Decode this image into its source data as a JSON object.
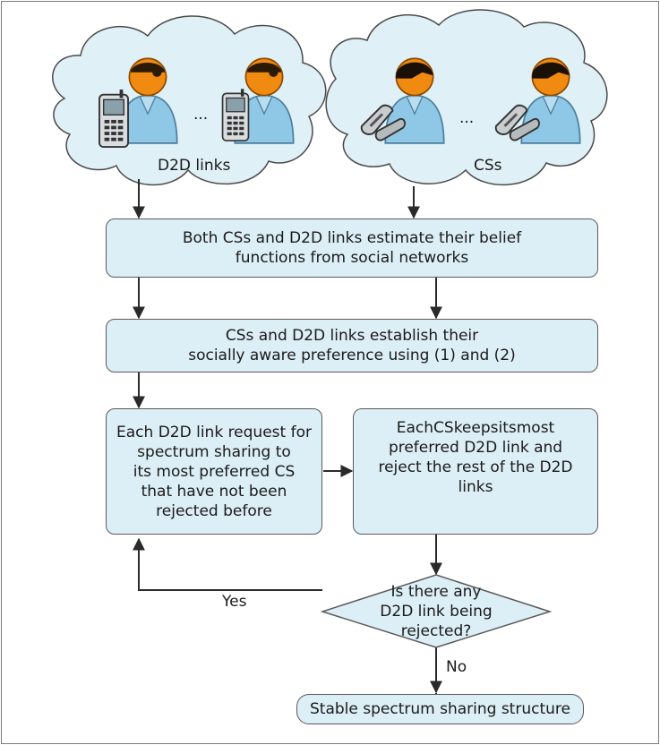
{
  "groups": {
    "d2d": {
      "label": "D2D links",
      "ellipsis": "..."
    },
    "cs": {
      "label": "CSs",
      "ellipsis": "..."
    }
  },
  "steps": {
    "belief": "Both CSs and D2D links estimate their belief\nfunctions from social networks",
    "preference": "CSs and D2D links establish their\nsocially aware preference using (1) and (2)",
    "request": "Each D2D link request for\nspectrum sharing to\nits most preferred CS\nthat have not been\nrejected before",
    "keep": "EachCSkeepsitsmost\npreferred D2D link and\nreject the rest of the D2D links",
    "decision": "Is there any\nD2D link being\nrejected?",
    "stable": "Stable spectrum sharing structure"
  },
  "edges": {
    "yes": "Yes",
    "no": "No"
  },
  "colors": {
    "box_fill": "#dceef6",
    "cloud_fill": "#dff0f7",
    "person_body": "#8fc8e6",
    "person_head": "#f08a10",
    "border": "#5a5a5a"
  },
  "icons": {
    "d2d_person": "person-with-cellphone-icon",
    "cs_person": "person-with-flip-phone-icon"
  }
}
